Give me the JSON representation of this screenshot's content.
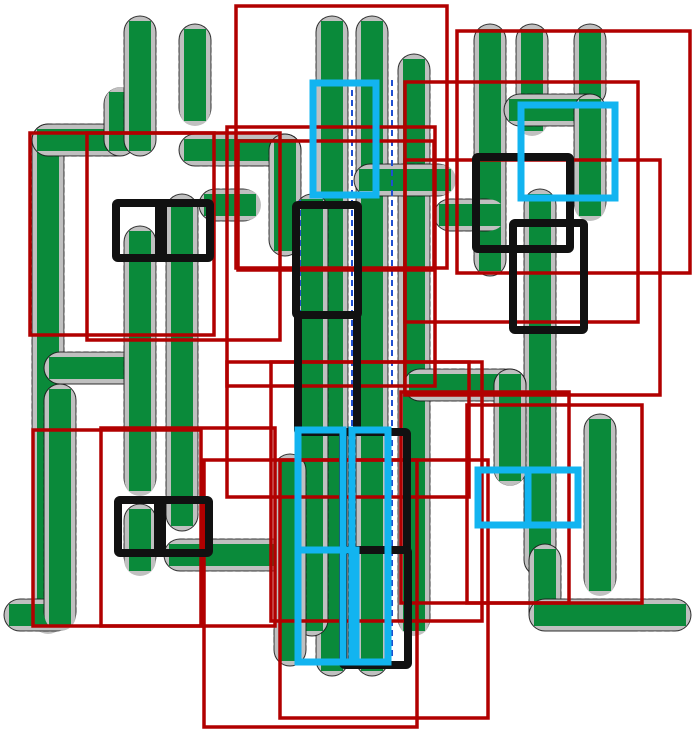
{
  "diagram": {
    "description_text": "",
    "colors": {
      "background": "#ffffff",
      "wire_fill": "#0a8a3a",
      "halo_fill": "#c0c0c0",
      "halo_outline": "#1a1a1a",
      "red_box": "#b10000",
      "black_box": "#111111",
      "blue_box": "#12b4f0",
      "blue_dash": "#1f4fd0"
    },
    "layers": {
      "green_wires": "green-wire",
      "red_boxes": "red-box",
      "black_boxes": "black-box",
      "blue_boxes": "blue-box"
    }
  }
}
